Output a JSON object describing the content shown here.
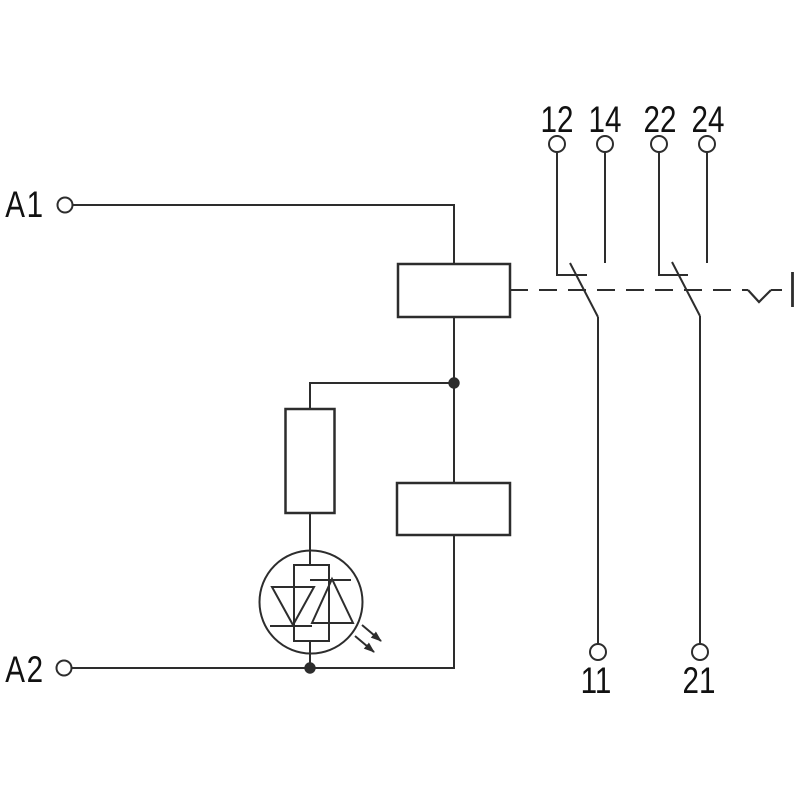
{
  "diagram": {
    "terminals": {
      "a1": "A1",
      "a2": "A2",
      "t12": "12",
      "t14": "14",
      "t22": "22",
      "t24": "24",
      "t11": "11",
      "t21": "21"
    },
    "components": {
      "coil": "relay-coil",
      "series_resistor": "resistor",
      "indicator": "led-indicator",
      "suppressor": "protection-element",
      "contact_1": "changeover-contact-12-11-14",
      "contact_2": "changeover-contact-22-21-24",
      "linkage": "mechanical-link-dashed"
    },
    "colors": {
      "line": "#2d2d2d",
      "text": "#111111",
      "background": "#ffffff"
    }
  }
}
